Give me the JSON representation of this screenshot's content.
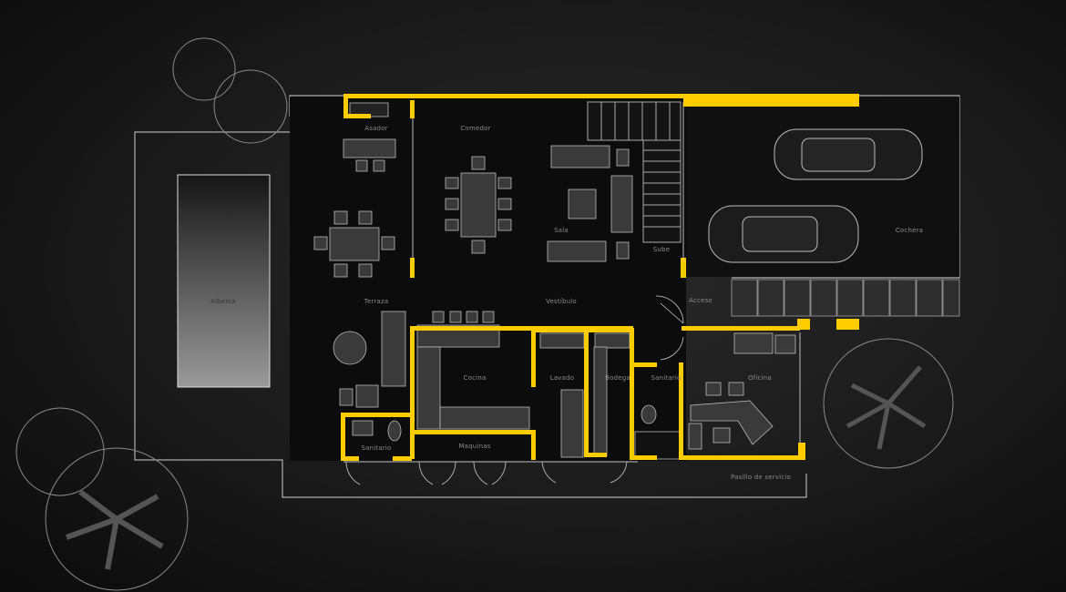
{
  "plan": {
    "wall_color": "#ffcc00",
    "line_color": "#cfcfcf",
    "rooms": {
      "asador": "Asador",
      "comedor": "Comedor",
      "sala": "Sala",
      "sube": "Sube",
      "cochera": "Cochera",
      "alberca": "Alberca",
      "terraza": "Terraza",
      "vestibulo": "Vestíbulo",
      "acceso": "Acceso",
      "cocina": "Cocina",
      "lavado": "Lavado",
      "bodega": "Bodega",
      "sanitario_servicio": "Sanitario",
      "oficina": "Oficina",
      "sanitario_terraza": "Sanitario",
      "maquinas": "Maquinas",
      "pasillo": "Pasillo de servicio"
    }
  }
}
